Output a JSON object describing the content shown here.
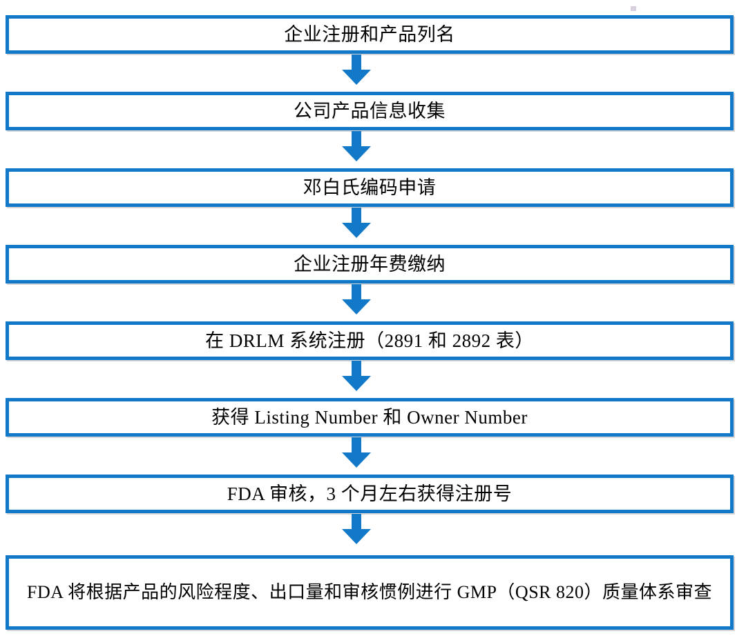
{
  "diagram": {
    "type": "flowchart",
    "orientation": "vertical",
    "accent_color": "#1278c8",
    "box_fill": "#ffffff",
    "text_color": "#000000",
    "arrow_color": "#1278c8",
    "nodes": [
      {
        "id": "n1",
        "label": "企业注册和产品列名"
      },
      {
        "id": "n2",
        "label": "公司产品信息收集"
      },
      {
        "id": "n3",
        "label": "邓白氏编码申请"
      },
      {
        "id": "n4",
        "label": "企业注册年费缴纳"
      },
      {
        "id": "n5",
        "label": "在 DRLM 系统注册（2891 和 2892 表）"
      },
      {
        "id": "n6",
        "label": "获得 Listing Number 和 Owner Number"
      },
      {
        "id": "n7",
        "label": "FDA 审核，3 个月左右获得注册号"
      },
      {
        "id": "n8",
        "label": "FDA 将根据产品的风险程度、出口量和审核惯例进行 GMP（QSR 820）质量体系审查"
      }
    ],
    "connectors": [
      {
        "id": "a1",
        "icon": "down-arrow-icon",
        "from": "n1",
        "to": "n2"
      },
      {
        "id": "a2",
        "icon": "down-arrow-icon",
        "from": "n2",
        "to": "n3"
      },
      {
        "id": "a3",
        "icon": "down-arrow-icon",
        "from": "n3",
        "to": "n4"
      },
      {
        "id": "a4",
        "icon": "down-arrow-icon",
        "from": "n4",
        "to": "n5"
      },
      {
        "id": "a5",
        "icon": "down-arrow-icon",
        "from": "n5",
        "to": "n6"
      },
      {
        "id": "a6",
        "icon": "down-arrow-icon",
        "from": "n6",
        "to": "n7"
      },
      {
        "id": "a7",
        "icon": "down-arrow-icon",
        "from": "n7",
        "to": "n8"
      }
    ]
  }
}
